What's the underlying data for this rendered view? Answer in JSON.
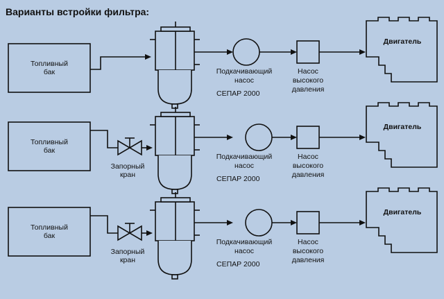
{
  "title": "Варианты встройки фильтра:",
  "rows": [
    {
      "tank": [
        "Топливный",
        "бак"
      ],
      "valve": null,
      "filter": "СЕПАР 2000",
      "pump": [
        "Подкачивающий",
        "насос"
      ],
      "hp_pump": [
        "Насос",
        "высокого",
        "давления"
      ],
      "engine": "Двигатель"
    },
    {
      "tank": [
        "Топливный",
        "бак"
      ],
      "valve": [
        "Запорный",
        "кран"
      ],
      "filter": "СЕПАР 2000",
      "pump": [
        "Подкачивающий",
        "насос"
      ],
      "hp_pump": [
        "Насос",
        "высокого",
        "давления"
      ],
      "engine": "Двигатель"
    },
    {
      "tank": [
        "Топливный",
        "бак"
      ],
      "valve": [
        "Запорный",
        "кран"
      ],
      "filter": "СЕПАР 2000",
      "pump": [
        "Подкачивающий",
        "насос"
      ],
      "hp_pump": [
        "Насос",
        "высокого",
        "давления"
      ],
      "engine": "Двигатель"
    }
  ]
}
